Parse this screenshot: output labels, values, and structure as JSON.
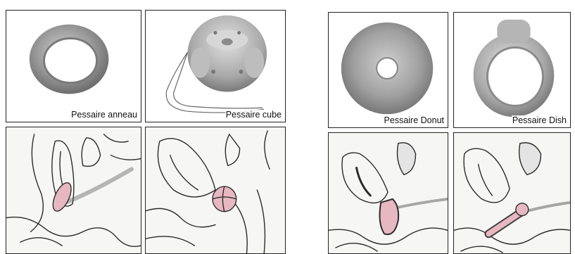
{
  "figure": {
    "captions": {
      "ring": "Pessaire anneau",
      "cube": "Pessaire cube",
      "donut": "Pessaire Donut",
      "dish": "Pessaire Dish"
    }
  },
  "colors": {
    "device_grey": "#8e8e8e",
    "device_highlight": "#c9c9c9",
    "pencil": "#2a2a2a",
    "pink_fill": "#e7b8c2",
    "paper": "#f6f6f4"
  }
}
